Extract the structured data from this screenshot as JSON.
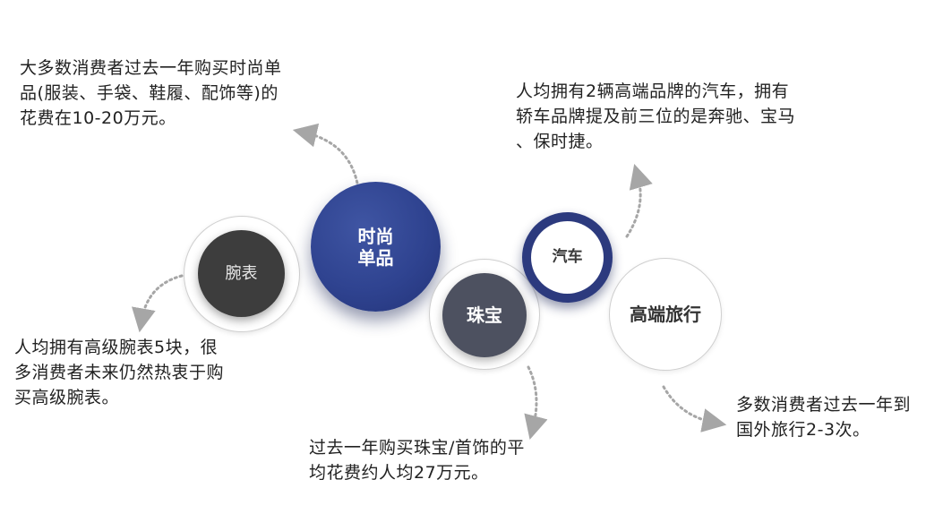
{
  "nodes": {
    "watch": {
      "label": "腕表"
    },
    "fashion": {
      "label_line1": "时尚",
      "label_line2": "单品"
    },
    "jewelry": {
      "label": "珠宝"
    },
    "car": {
      "label": "汽车"
    },
    "travel": {
      "label": "高端旅行"
    }
  },
  "descriptions": {
    "fashion": [
      "大多数消费者过去一年购买时尚单",
      "品(服装、手袋、鞋履、配饰等)的",
      "花费在10-20万元。"
    ],
    "car": [
      "人均拥有2辆高端品牌的汽车，拥有",
      "轿车品牌提及前三位的是奔驰、宝马",
      "、保时捷。"
    ],
    "watch": [
      "人均拥有高级腕表5块，很",
      "多消费者未来仍然热衷于购",
      "买高级腕表。"
    ],
    "jewelry": [
      "过去一年购买珠宝/首饰的平",
      "均花费约人均27万元。"
    ],
    "travel": [
      "多数消费者过去一年到",
      "国外旅行2-3次。"
    ]
  },
  "colors": {
    "fashion": "#2f4390",
    "watch": "#3d3d3d",
    "jewelry": "#4d5160",
    "car_ring": "#2c3a7e",
    "arrow": "#a6a6a6"
  }
}
